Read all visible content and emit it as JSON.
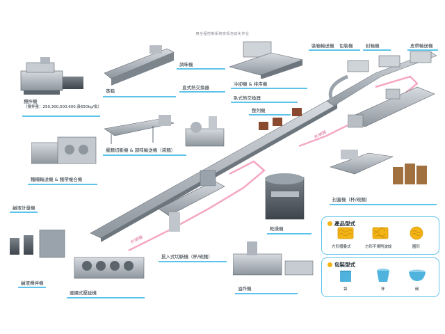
{
  "page": {
    "title": "用全程控制系统实现自动化作业",
    "accent_color": "#5ec3ea",
    "conveyor_color": "#f4a7c4",
    "machine_color": "#9aa3ab"
  },
  "machines": {
    "mixer": {
      "name": "攪拌機",
      "detail": "（攪拌量：250,300,500,600,長650kg/批）"
    },
    "steamer": {
      "name": "蒸箱"
    },
    "cooling_sorter": {
      "name": "冷卻機 & 排序機"
    },
    "carton_packer": {
      "name": "裝箱輸送機"
    },
    "packing_machine": {
      "name": "包裝機"
    },
    "sealing_machine": {
      "name": "封箱機"
    },
    "carton_palletizer": {
      "name": "皮帶輸送機"
    },
    "compound_roller": {
      "name": "麵糰輸送機 & 麵帶複合機"
    },
    "cutter_conveyor": {
      "name": "擺麵切斷機 & 調味輸送機（袋麵）"
    },
    "seasoning_mixer": {
      "name": "調味機"
    },
    "vertical_exchanger": {
      "name": "直式熱交換器"
    },
    "horizontal_exchanger": {
      "name": "臥式熱交換器"
    },
    "shaping_machine": {
      "name": "整列機"
    },
    "dryer": {
      "name": "乾燥機"
    },
    "cup_sealer": {
      "name": "封蓋機（杯/碗麵）"
    },
    "batch_dosing": {
      "name": "鹹液計量機"
    },
    "salt_mixer": {
      "name": "鹹液攪拌機"
    },
    "continuous_roller": {
      "name": "連續式壓延機"
    },
    "cup_cutter": {
      "name": "投入式切斷機（杯/碗麵）"
    },
    "fryer": {
      "name": "油炸機"
    }
  },
  "conveyors": {
    "cup_bowl_1": "杯/碗麵",
    "cup_bowl_2": "杯/碗麵"
  },
  "legend": {
    "product_title": "產品型式",
    "product_items": [
      {
        "label": "方形摺疊式",
        "icon": "square-wavy-noodle"
      },
      {
        "label": "方形不規則波紋",
        "icon": "square-irregular-noodle"
      },
      {
        "label": "圓形",
        "icon": "round-noodle"
      }
    ],
    "package_title": "包裝型式",
    "package_items": [
      {
        "label": "袋",
        "icon": "bag-package"
      },
      {
        "label": "杯",
        "icon": "cup-package"
      },
      {
        "label": "碗",
        "icon": "bowl-package"
      }
    ],
    "noodle_color": "#f3b418",
    "package_color": "#4fb3de"
  }
}
